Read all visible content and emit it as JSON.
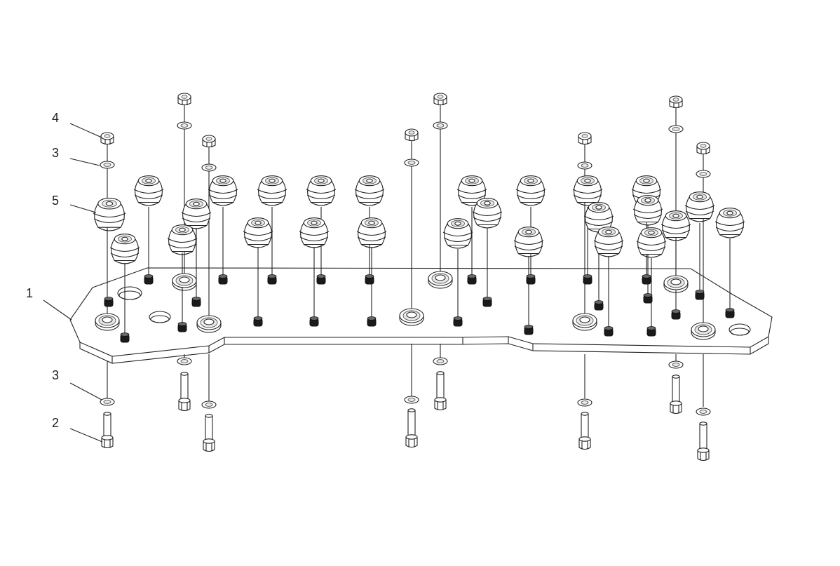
{
  "callouts": [
    {
      "id": "callout-4",
      "label": "4"
    },
    {
      "id": "callout-3-top",
      "label": "3"
    },
    {
      "id": "callout-5",
      "label": "5"
    },
    {
      "id": "callout-1",
      "label": "1"
    },
    {
      "id": "callout-3-bottom",
      "label": "3"
    },
    {
      "id": "callout-2",
      "label": "2"
    }
  ],
  "colors": {
    "line": "#222222",
    "background": "#ffffff",
    "fastener": "#1a1a1a"
  }
}
